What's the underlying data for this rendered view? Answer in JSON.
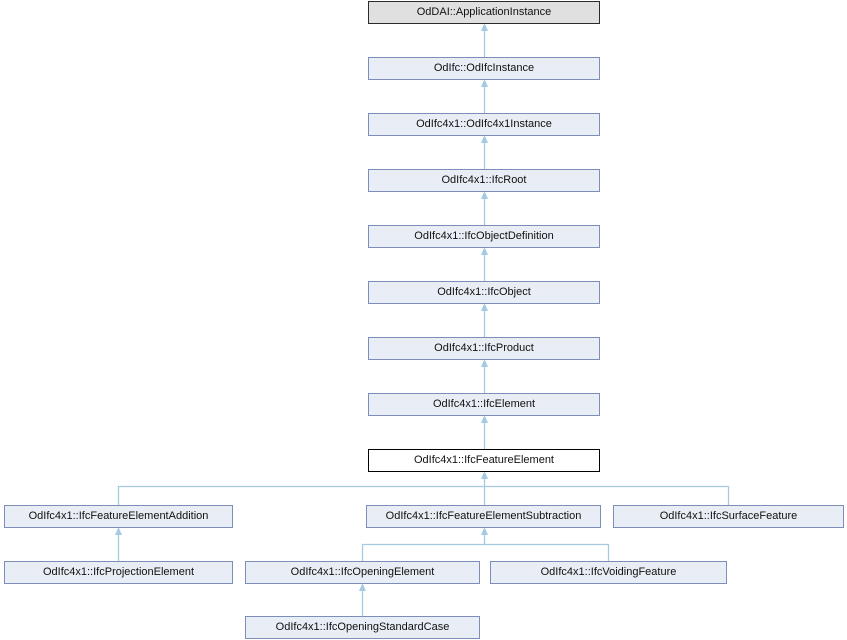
{
  "diagram_type": "class-inheritance-graph",
  "colors": {
    "edge": "#A5CBE2",
    "node_fill": "#E9EDF6",
    "node_border": "#7D8EBB",
    "external_fill": "#E0E0E0",
    "external_border": "#2B2B2B",
    "current_fill": "#FFFFFF",
    "current_border": "#000000",
    "text": "#111111",
    "background": "#FFFFFF"
  },
  "nodes": [
    {
      "label": "OdDAI::ApplicationInstance",
      "role": "external-base"
    },
    {
      "label": "OdIfc::OdIfcInstance",
      "role": "ancestor"
    },
    {
      "label": "OdIfc4x1::OdIfc4x1Instance",
      "role": "ancestor"
    },
    {
      "label": "OdIfc4x1::IfcRoot",
      "role": "ancestor"
    },
    {
      "label": "OdIfc4x1::IfcObjectDefinition",
      "role": "ancestor"
    },
    {
      "label": "OdIfc4x1::IfcObject",
      "role": "ancestor"
    },
    {
      "label": "OdIfc4x1::IfcProduct",
      "role": "ancestor"
    },
    {
      "label": "OdIfc4x1::IfcElement",
      "role": "ancestor"
    },
    {
      "label": "OdIfc4x1::IfcFeatureElement",
      "role": "current"
    },
    {
      "label": "OdIfc4x1::IfcFeatureElementAddition",
      "role": "derived"
    },
    {
      "label": "OdIfc4x1::IfcFeatureElementSubtraction",
      "role": "derived"
    },
    {
      "label": "OdIfc4x1::IfcSurfaceFeature",
      "role": "derived"
    },
    {
      "label": "OdIfc4x1::IfcProjectionElement",
      "role": "derived"
    },
    {
      "label": "OdIfc4x1::IfcOpeningElement",
      "role": "derived"
    },
    {
      "label": "OdIfc4x1::IfcVoidingFeature",
      "role": "derived"
    },
    {
      "label": "OdIfc4x1::IfcOpeningStandardCase",
      "role": "derived"
    }
  ],
  "edges": [
    {
      "from": "OdIfc::OdIfcInstance",
      "to": "OdDAI::ApplicationInstance",
      "type": "inherits"
    },
    {
      "from": "OdIfc4x1::OdIfc4x1Instance",
      "to": "OdIfc::OdIfcInstance",
      "type": "inherits"
    },
    {
      "from": "OdIfc4x1::IfcRoot",
      "to": "OdIfc4x1::OdIfc4x1Instance",
      "type": "inherits"
    },
    {
      "from": "OdIfc4x1::IfcObjectDefinition",
      "to": "OdIfc4x1::IfcRoot",
      "type": "inherits"
    },
    {
      "from": "OdIfc4x1::IfcObject",
      "to": "OdIfc4x1::IfcObjectDefinition",
      "type": "inherits"
    },
    {
      "from": "OdIfc4x1::IfcProduct",
      "to": "OdIfc4x1::IfcObject",
      "type": "inherits"
    },
    {
      "from": "OdIfc4x1::IfcElement",
      "to": "OdIfc4x1::IfcProduct",
      "type": "inherits"
    },
    {
      "from": "OdIfc4x1::IfcFeatureElement",
      "to": "OdIfc4x1::IfcElement",
      "type": "inherits"
    },
    {
      "from": "OdIfc4x1::IfcFeatureElementAddition",
      "to": "OdIfc4x1::IfcFeatureElement",
      "type": "inherits"
    },
    {
      "from": "OdIfc4x1::IfcFeatureElementSubtraction",
      "to": "OdIfc4x1::IfcFeatureElement",
      "type": "inherits"
    },
    {
      "from": "OdIfc4x1::IfcSurfaceFeature",
      "to": "OdIfc4x1::IfcFeatureElement",
      "type": "inherits"
    },
    {
      "from": "OdIfc4x1::IfcProjectionElement",
      "to": "OdIfc4x1::IfcFeatureElementAddition",
      "type": "inherits"
    },
    {
      "from": "OdIfc4x1::IfcOpeningElement",
      "to": "OdIfc4x1::IfcFeatureElementSubtraction",
      "type": "inherits"
    },
    {
      "from": "OdIfc4x1::IfcVoidingFeature",
      "to": "OdIfc4x1::IfcFeatureElementSubtraction",
      "type": "inherits"
    },
    {
      "from": "OdIfc4x1::IfcOpeningStandardCase",
      "to": "OdIfc4x1::IfcOpeningElement",
      "type": "inherits"
    }
  ]
}
